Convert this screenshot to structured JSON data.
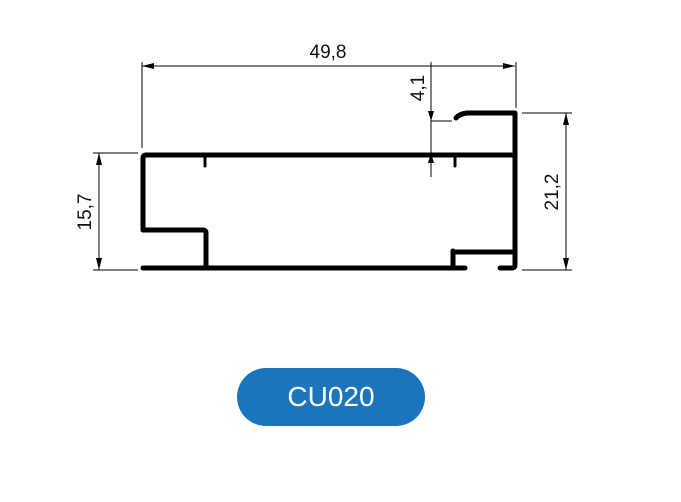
{
  "drawing": {
    "dimensions": {
      "width": "49,8",
      "lip_height": "4,1",
      "left_height": "15,7",
      "total_height": "21,2"
    },
    "profile_code": "CU020",
    "badge_color": "#1b75bc"
  }
}
